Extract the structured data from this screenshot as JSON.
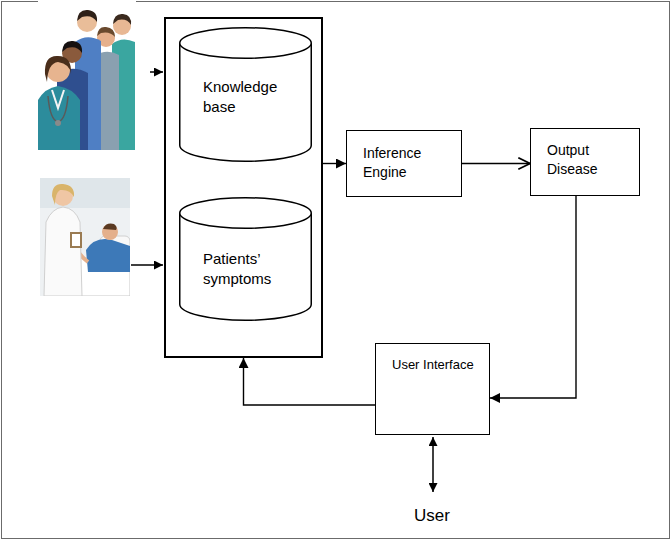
{
  "diagram": {
    "nodes": [
      {
        "text": []
      },
      {
        "text": [
          "Knowledge base"
        ],
        "in": 0
      },
      {
        "text": [
          "Patients’ symptoms"
        ],
        "in": 0
      },
      {
        "text": [
          "Inference Engine"
        ]
      },
      {
        "text": [
          "Output Disease"
        ]
      },
      {
        "text": [
          "User Interface"
        ]
      }
    ],
    "edges": [
      {
        "from": 0,
        "to": 3,
        "arrow": "to"
      },
      {
        "from": 3,
        "to": 4,
        "arrow": "to"
      },
      {
        "from": 4,
        "to": 5,
        "arrow": "to"
      },
      {
        "from": 5,
        "to": 0,
        "arrow": "to"
      }
    ],
    "labels": [
      "User"
    ]
  }
}
